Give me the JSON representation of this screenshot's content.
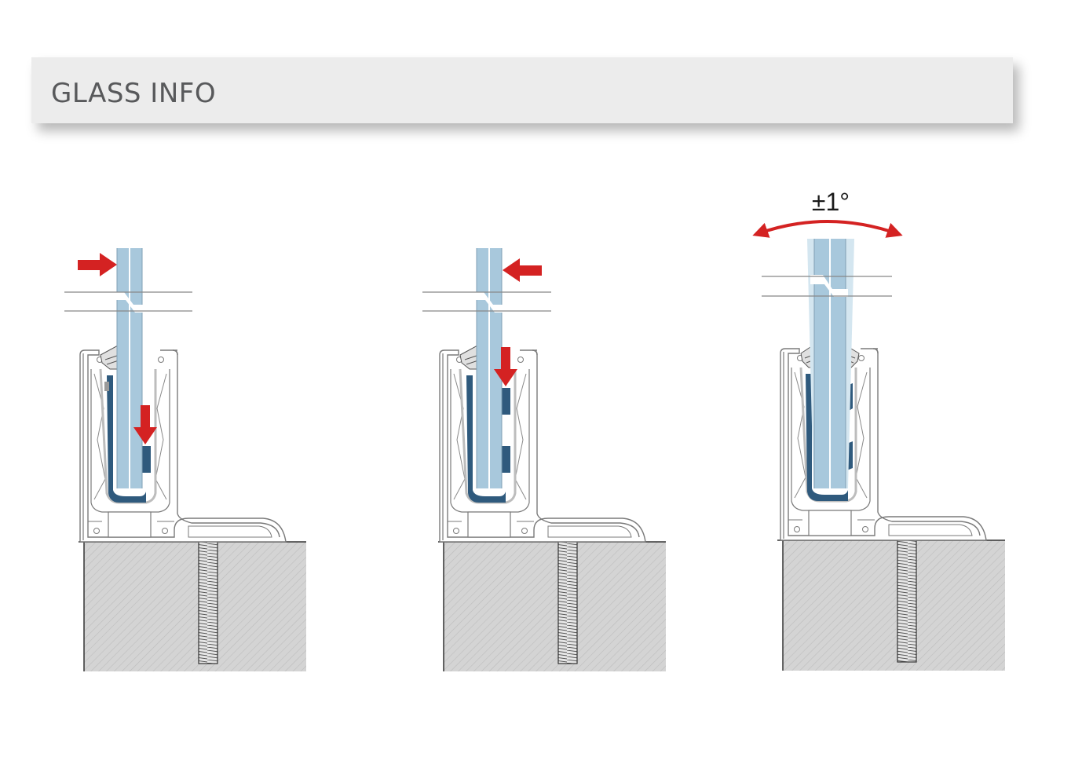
{
  "header": {
    "title": "GLASS INFO"
  },
  "panels": [
    {
      "id": "push-right"
    },
    {
      "id": "push-left"
    },
    {
      "id": "tilt",
      "tolerance_label": "±1°"
    }
  ],
  "colors": {
    "header_bg": "#ececec",
    "title_text": "#58595b",
    "glass": "#a8c8dc",
    "glass_edge": "#7f9fb4",
    "gasket": "#2f5a7d",
    "profile_line": "#7a7a7a",
    "arrow": "#d42222",
    "concrete": "#d4d4d4",
    "bolt": "#e6e6e6"
  }
}
